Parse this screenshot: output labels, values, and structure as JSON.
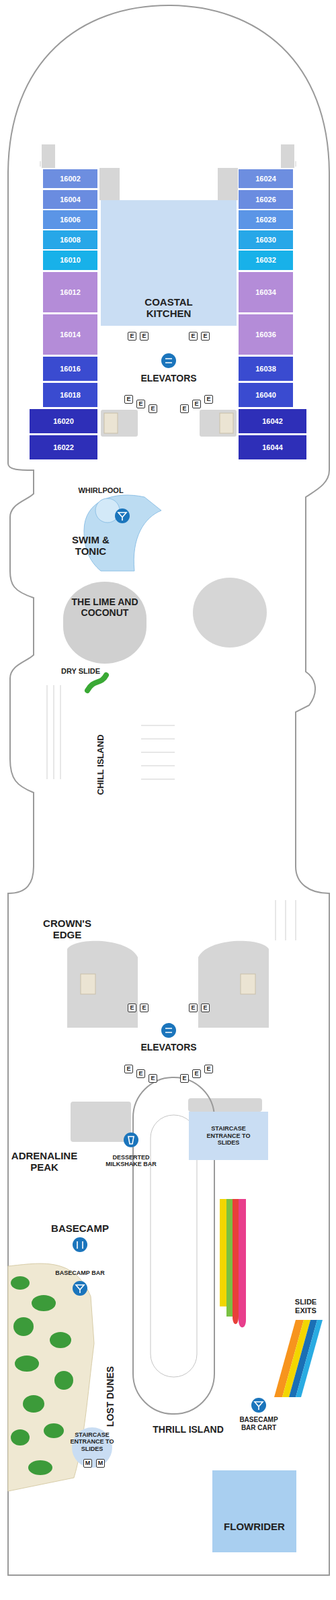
{
  "diagram": {
    "nodes": [
      {
        "text": [
          "16002"
        ]
      },
      {
        "text": [
          "16004"
        ]
      },
      {
        "text": [
          "16006"
        ]
      },
      {
        "text": [
          "16008"
        ]
      },
      {
        "text": [
          "16010"
        ]
      },
      {
        "text": [
          "16012"
        ]
      },
      {
        "text": [
          "16014"
        ]
      },
      {
        "text": [
          "16016"
        ]
      },
      {
        "text": [
          "16018"
        ]
      },
      {
        "text": [
          "16020"
        ]
      },
      {
        "text": [
          "16022"
        ]
      },
      {
        "text": [
          "16024"
        ]
      },
      {
        "text": [
          "16026"
        ]
      },
      {
        "text": [
          "16028"
        ]
      },
      {
        "text": [
          "16030"
        ]
      },
      {
        "text": [
          "16032"
        ]
      },
      {
        "text": [
          "16034"
        ]
      },
      {
        "text": [
          "16036"
        ]
      },
      {
        "text": [
          "16038"
        ]
      },
      {
        "text": [
          "16040"
        ]
      },
      {
        "text": [
          "16042"
        ]
      },
      {
        "text": [
          "16044"
        ]
      },
      {
        "text": [
          "COASTAL KITCHEN"
        ]
      },
      {
        "text": [
          "THE LIME AND COCONUT"
        ]
      },
      {
        "text": [
          "STAIRCASE ENTRANCE TO SLIDES"
        ]
      },
      {
        "text": [
          "FLOWRIDER"
        ]
      }
    ],
    "labels": [
      "ELEVATORS",
      "WHIRLPOOL",
      "SWIM & TONIC",
      "DRY SLIDE",
      "CHILL ISLAND",
      "CROWN'S EDGE",
      "ELEVATORS",
      "ADRENALINE PEAK",
      "DESSERTED MILKSHAKE BAR",
      "BASECAMP",
      "BASECAMP BAR",
      "SLIDE EXITS",
      "LOST DUNES",
      "STAIRCASE ENTRANCE TO SLIDES",
      "THRILL ISLAND",
      "BASECAMP BAR CART",
      "E",
      "E",
      "E",
      "E",
      "E",
      "E",
      "E",
      "E",
      "E",
      "E",
      "E",
      "E",
      "E",
      "E",
      "E",
      "E",
      "E",
      "E",
      "E",
      "E",
      "M",
      "M"
    ]
  }
}
